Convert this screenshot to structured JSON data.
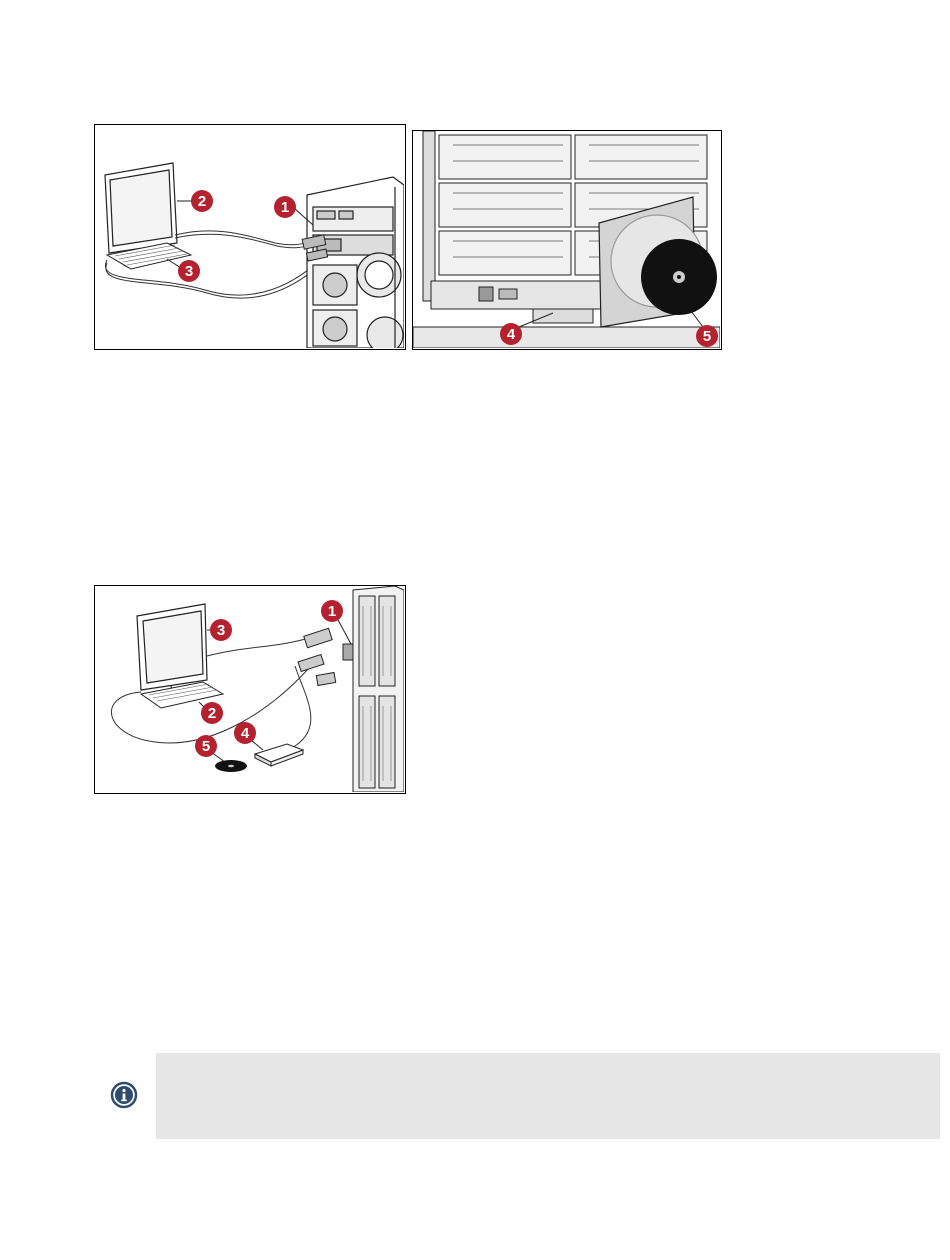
{
  "figures": [
    {
      "id": "c7000-front-connect",
      "callouts": [
        "1",
        "2",
        "3"
      ]
    },
    {
      "id": "c7000-dvd-drive",
      "callouts": [
        "4",
        "5"
      ]
    },
    {
      "id": "blade-suv-connect",
      "callouts": [
        "1",
        "3",
        "2",
        "5",
        "4"
      ]
    }
  ],
  "colors": {
    "callout_red": "#b5222f",
    "note_bg": "#e6e6e6",
    "info_icon": "#2f4b6e"
  },
  "note": {
    "icon": "info-icon",
    "text": ""
  }
}
